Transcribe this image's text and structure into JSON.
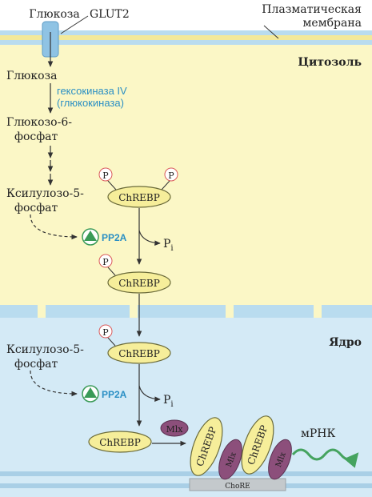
{
  "labels": {
    "glucose_out": "Глюкоза",
    "glut2": "GLUT2",
    "membrane_line1": "Плазматическая",
    "membrane_line2": "мембрана",
    "cytosol": "Цитозоль",
    "glucose_in": "Глюкоза",
    "hexokinase_line1": "гексокиназа IV",
    "hexokinase_line2": "(глюкокиназа)",
    "g6p_line1": "Глюкозо-6-",
    "g6p_line2": "фосфат",
    "x5p_line1": "Ксилулозо-5-",
    "x5p_line2": "фосфат",
    "pp2a": "PP2A",
    "pi": "P",
    "pi_sub": "i",
    "p": "P",
    "chrebp": "ChREBP",
    "nucleus": "Ядро",
    "nuc_x5p_line1": "Ксилулозо-5-",
    "nuc_x5p_line2": "фосфат",
    "mlx": "Mlx",
    "mrna": "мРНК",
    "chore": "ChoRE"
  },
  "colors": {
    "cytosol": "#fbf7c6",
    "membrane": "#b9dcef",
    "membrane_stripe": "#f3e99a",
    "nucleus": "#d4eaf6",
    "chrebp_fill": "#f6ee9a",
    "mlx_fill": "#8c4f7b",
    "pp2a_green": "#3a9a57",
    "mrna_green": "#45a35f",
    "text_blue": "#2a8fc4",
    "phosphate_ring": "#d95a5a"
  }
}
